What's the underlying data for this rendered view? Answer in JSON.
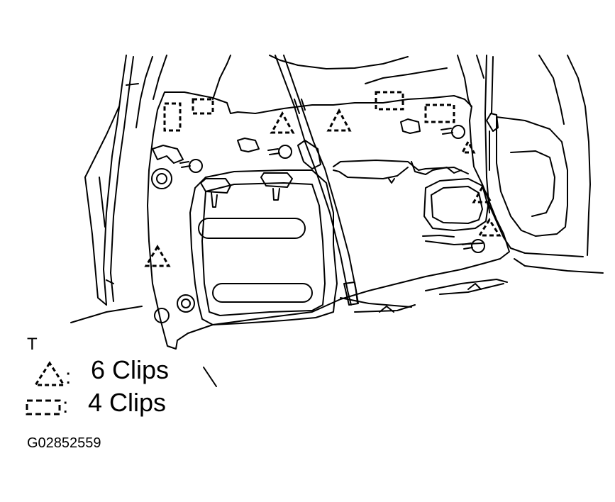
{
  "figure": {
    "view_marker": "T",
    "figure_code": "G02852559"
  },
  "legend": {
    "items": [
      {
        "symbol": "triangle-clip-icon",
        "colon": ":",
        "text": "6 Clips"
      },
      {
        "symbol": "rectangle-clip-icon",
        "colon": ":",
        "text": "4 Clips"
      }
    ]
  },
  "colors": {
    "line": "#000000",
    "background": "#ffffff"
  }
}
